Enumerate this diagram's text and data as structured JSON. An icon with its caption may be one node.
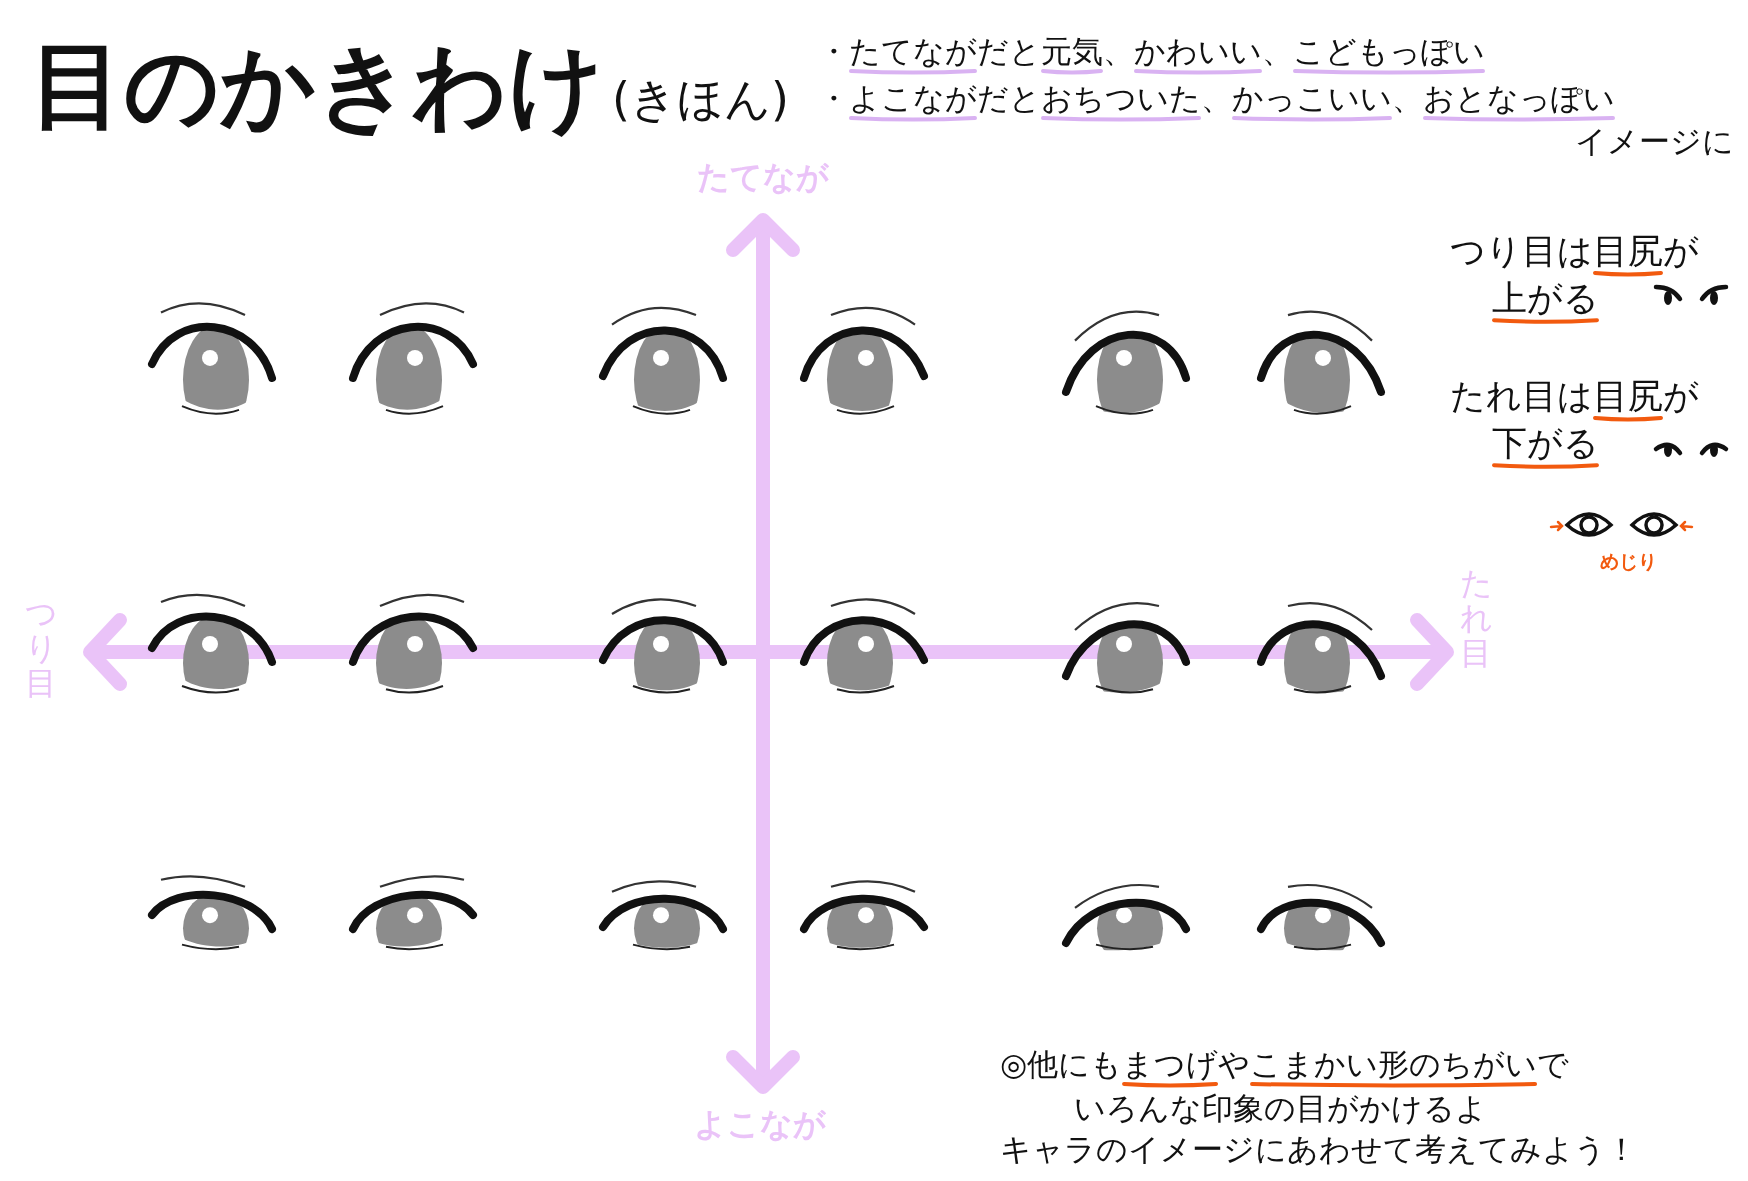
{
  "diagram": {
    "title": "目のかきわけ",
    "labels": [
      "(きほん)",
      "・たてながだと元気、かわいい、こどもっぽい",
      "・よこながだとおちついた、かっこいい、おとなっぽい",
      "イメージに",
      "たてなが",
      "よこなが",
      "つり目",
      "たれ目",
      "つり目は目尻が上がる",
      "たれ目は目尻が下がる",
      "めじり",
      "◎他にもまつげやこまかい形のちがいで",
      "いろんな印象の目がかけるよ",
      "キャラのイメージにあわせて考えてみよう！"
    ]
  }
}
